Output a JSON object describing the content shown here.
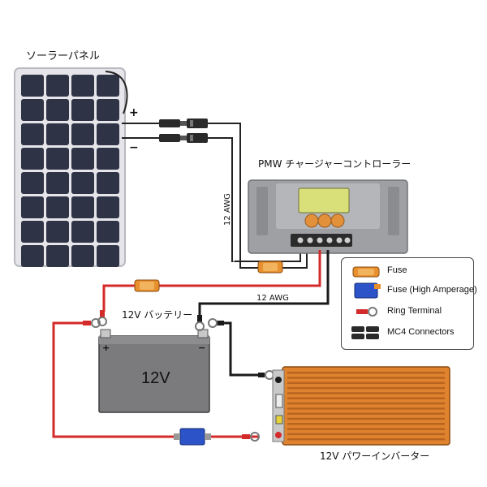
{
  "labels": {
    "solar_panel": "ソーラーパネル",
    "plus": "+",
    "minus": "−",
    "controller": "PMW チャージャーコントローラー",
    "awg_vertical": "12 AWG",
    "awg_horizontal": "12 AWG",
    "battery_title": "12V バッテリー",
    "battery_face": "12V",
    "battery_plus": "+",
    "battery_minus": "−",
    "inverter": "12V パワーインバーター"
  },
  "legend": {
    "items": [
      {
        "icon": "fuse-icon",
        "label": "Fuse"
      },
      {
        "icon": "high-amperage-fuse-icon",
        "label": "Fuse (High Amperage)"
      },
      {
        "icon": "ring-terminal-icon",
        "label": "Ring Terminal"
      },
      {
        "icon": "mc4-connector-icon",
        "label": "MC4 Connectors"
      }
    ]
  },
  "colors": {
    "panel_cell": "#2f3346",
    "panel_frame": "#e6e6ea",
    "controller_body": "#9ea0a4",
    "controller_screen": "#d9e07a",
    "controller_buttons": "#e2913a",
    "battery_body": "#7b7b7d",
    "inverter_body": "#e0832f",
    "wire_red": "#d42a2a",
    "wire_black": "#1a1a1a",
    "fuse_orange": "#e8902d",
    "fuse_blue": "#2c53c8"
  }
}
